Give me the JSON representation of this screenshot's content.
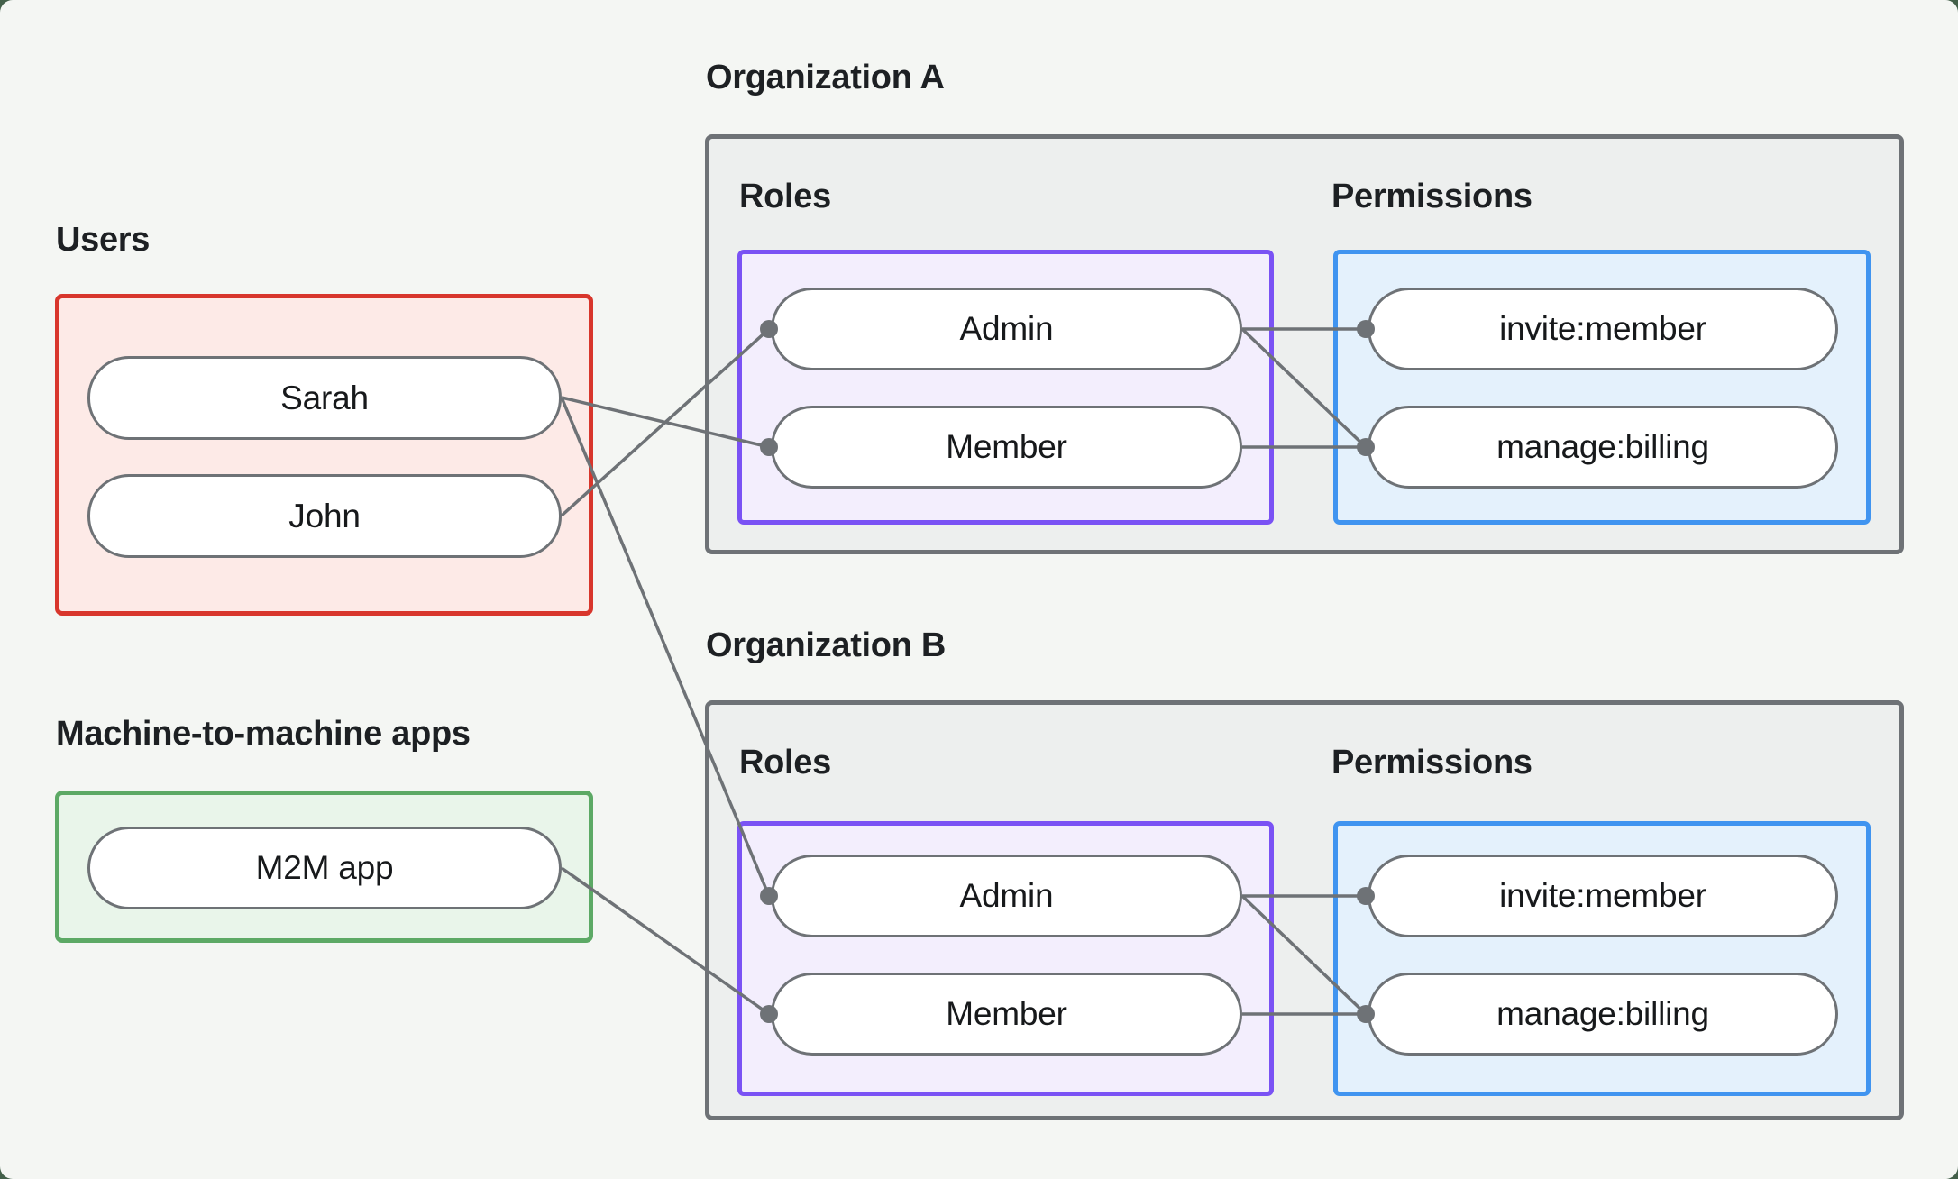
{
  "colors": {
    "bg_outer": "#43604a",
    "bg_card": "#f4f6f3",
    "text": "#1d2023",
    "red": "#d8362c",
    "red_fill": "#fdeae7",
    "green": "#5ca965",
    "green_fill": "#e9f5ea",
    "purple": "#7a52f4",
    "purple_fill": "#f3eefd",
    "blue": "#4094f0",
    "blue_fill": "#e4f1fc",
    "gray_border": "#6e7276",
    "gray_fill": "#edefee",
    "wire": "#6e7276"
  },
  "users_group": {
    "label": "Users",
    "nodes": [
      "Sarah",
      "John"
    ]
  },
  "m2m_group": {
    "label": "Machine-to-machine apps",
    "nodes": [
      "M2M app"
    ]
  },
  "org_a": {
    "title": "Organization A",
    "roles_label": "Roles",
    "permissions_label": "Permissions",
    "roles": [
      "Admin",
      "Member"
    ],
    "permissions": [
      "invite:member",
      "manage:billing"
    ]
  },
  "org_b": {
    "title": "Organization B",
    "roles_label": "Roles",
    "permissions_label": "Permissions",
    "roles": [
      "Admin",
      "Member"
    ],
    "permissions": [
      "invite:member",
      "manage:billing"
    ]
  },
  "edges": [
    {
      "from": "Sarah",
      "to": "Organization A / Member"
    },
    {
      "from": "John",
      "to": "Organization A / Admin"
    },
    {
      "from": "Sarah",
      "to": "Organization B / Admin"
    },
    {
      "from": "M2M app",
      "to": "Organization B / Member"
    },
    {
      "from": "Organization A / Admin",
      "to": "Organization A / invite:member"
    },
    {
      "from": "Organization A / Admin",
      "to": "Organization A / manage:billing"
    },
    {
      "from": "Organization A / Member",
      "to": "Organization A / manage:billing"
    },
    {
      "from": "Organization B / Admin",
      "to": "Organization B / invite:member"
    },
    {
      "from": "Organization B / Admin",
      "to": "Organization B / manage:billing"
    },
    {
      "from": "Organization B / Member",
      "to": "Organization B / manage:billing"
    }
  ]
}
